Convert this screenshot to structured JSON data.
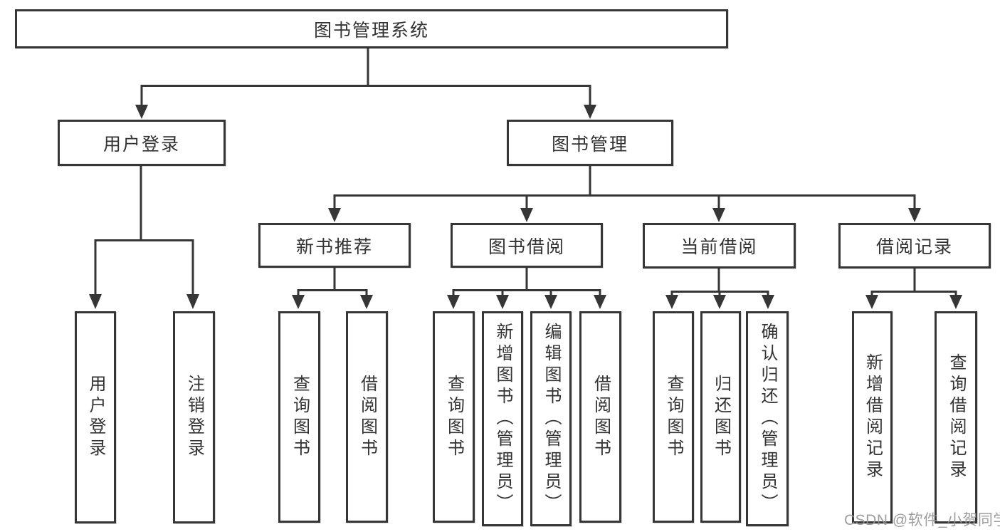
{
  "diagram": {
    "type": "hierarchy-tree",
    "orientation": "top-down",
    "colors": {
      "background": "#ffffff",
      "box_border": "#363636",
      "line": "#363636",
      "text": "#333333",
      "watermark": "#949494"
    }
  },
  "tree": {
    "root": "图书管理系统",
    "children": [
      {
        "label": "用户登录",
        "children": [
          {
            "label": "用户登录"
          },
          {
            "label": "注销登录"
          }
        ]
      },
      {
        "label": "图书管理",
        "children": [
          {
            "label": "新书推荐",
            "children": [
              {
                "label": "查询图书"
              },
              {
                "label": "借阅图书"
              }
            ]
          },
          {
            "label": "图书借阅",
            "children": [
              {
                "label": "查询图书"
              },
              {
                "label": "新增图书（管理员）"
              },
              {
                "label": "编辑图书（管理员）"
              },
              {
                "label": "借阅图书"
              }
            ]
          },
          {
            "label": "当前借阅",
            "children": [
              {
                "label": "查询图书"
              },
              {
                "label": "归还图书"
              },
              {
                "label": "确认归还（管理员）"
              }
            ]
          },
          {
            "label": "借阅记录",
            "children": [
              {
                "label": "新增借阅记录"
              },
              {
                "label": "查询借阅记录"
              }
            ]
          }
        ]
      }
    ]
  },
  "watermark": {
    "text": "CSDN @软件_小贺同学"
  }
}
